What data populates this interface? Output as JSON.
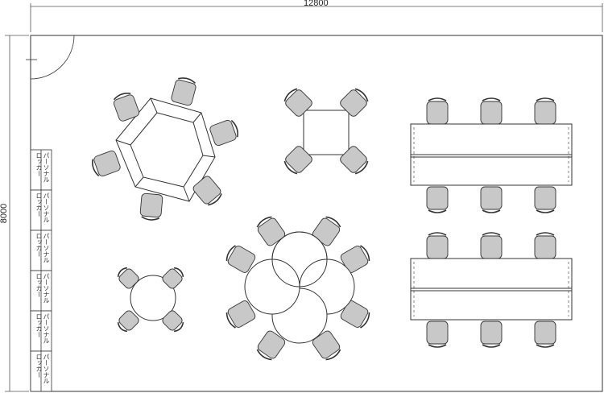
{
  "dimensions": {
    "width_label": "12800",
    "height_label": "8000"
  },
  "locker": {
    "label": "パーソナルロッカー",
    "count": 6
  },
  "colors": {
    "chair_fill": "#c8c8c8",
    "line": "#333333",
    "dim_line": "#555555",
    "background": "#ffffff"
  },
  "icons": {
    "door": "door-swing-icon",
    "chair": "chair-icon"
  }
}
